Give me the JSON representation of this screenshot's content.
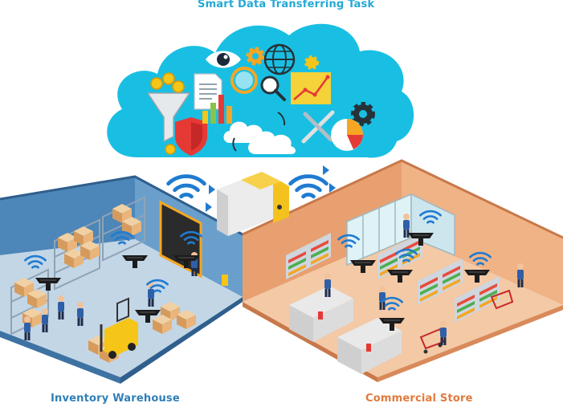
{
  "title": "Smart Data Transferring Task",
  "labels": {
    "warehouse": "Inventory Warehouse",
    "store": "Commercial Store"
  },
  "colors": {
    "cloud": "#19bfe3",
    "title_blue": "#23a9d6",
    "warehouse_label": "#2f7fb8",
    "store_label": "#e07a3c",
    "warehouse_wall": "#4d86b8",
    "warehouse_floor": "#c3d6e6",
    "store_wall": "#e8a070",
    "store_floor": "#f3c9a6",
    "wifi": "#1f7bd0",
    "scanner": "#1c1c1c",
    "device": "#f4c21f"
  },
  "icons": [
    "coins-funnel-icon",
    "document-icon",
    "eye-icon",
    "gears-icon",
    "globe-icon",
    "magnifier-icon",
    "bar-chart-icon",
    "line-chart-icon",
    "pie-chart-icon",
    "shield-icon",
    "cloud-sync-icon",
    "wrench-icon",
    "wifi-icon",
    "barcode-scanner-icon",
    "forklift-icon",
    "shopping-cart-icon"
  ]
}
